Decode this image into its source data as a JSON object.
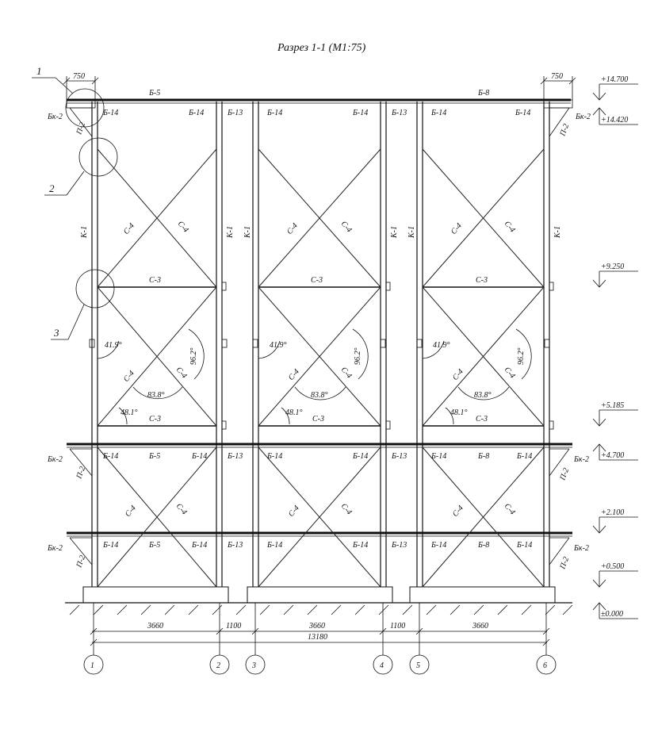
{
  "title": "Разрез 1-1 (М1:75)",
  "elevations": [
    "+14.700",
    "+14.420",
    "+9.250",
    "+5.185",
    "+4.700",
    "+2.100",
    "+0.500",
    "±0.000"
  ],
  "top_dims": [
    "750",
    "750"
  ],
  "bottom_dims": {
    "spans": [
      "3660",
      "1100",
      "3660",
      "1100",
      "3660"
    ],
    "total": "13180"
  },
  "axes": [
    "1",
    "2",
    "3",
    "4",
    "5",
    "6"
  ],
  "callouts": [
    "1",
    "2",
    "3"
  ],
  "labels": {
    "b5": "Б-5",
    "b8": "Б-8",
    "b13": "Б-13",
    "b14": "Б-14",
    "bk2": "Бк-2",
    "p2": "П-2",
    "k1": "К-1",
    "c3": "С-3",
    "c4": "С-4"
  },
  "angles": [
    "41.9°",
    "96.2°",
    "83.8°",
    "48.1°"
  ]
}
